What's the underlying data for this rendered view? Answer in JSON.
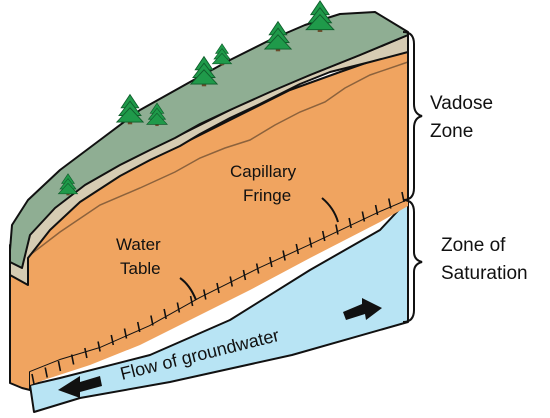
{
  "zones": {
    "vadose_line1": "Vadose",
    "vadose_line2": "Zone",
    "saturation_line1": "Zone of",
    "saturation_line2": "Saturation"
  },
  "labels": {
    "capillary_line1": "Capillary",
    "capillary_line2": "Fringe",
    "water_table_line1": "Water",
    "water_table_line2": "Table",
    "flow": "Flow of groundwater"
  },
  "colors": {
    "surface_grass": "#8fae93",
    "soil_crust": "#d6ccb3",
    "unsaturated_soil": "#f0a460",
    "saturated_zone": "#b8e4f4",
    "tree": "#1f9a4a",
    "outline": "#111111"
  },
  "icons": {
    "tree": "conifer-tree-icon",
    "arrow": "flow-arrow-icon"
  }
}
